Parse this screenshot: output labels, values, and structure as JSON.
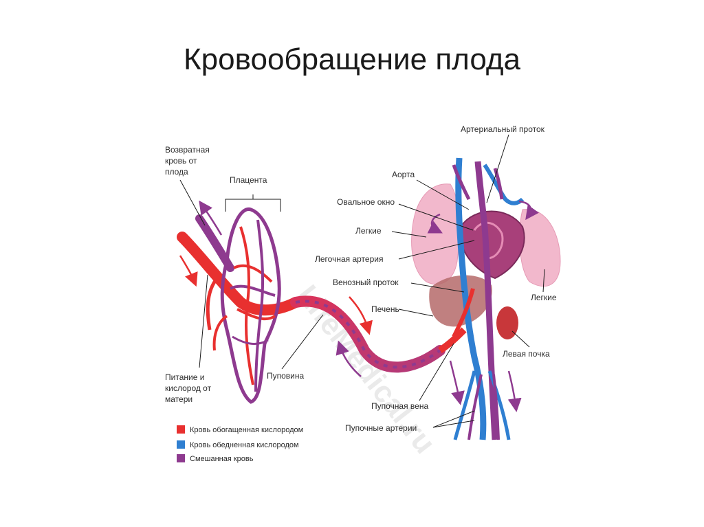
{
  "title": "Кровообращение плода",
  "watermark": "LifeMedical.ru",
  "labels": {
    "return_blood_1": "Возвратная",
    "return_blood_2": "кровь от",
    "return_blood_3": "плода",
    "placenta": "Плацента",
    "nutrition_1": "Питание и",
    "nutrition_2": "кислород от",
    "nutrition_3": "матери",
    "umbilical_cord": "Пуповина",
    "ductus_arteriosus": "Артериальный проток",
    "aorta": "Аорта",
    "foramen_ovale": "Овальное окно",
    "lungs_left": "Легкие",
    "pulmonary_artery": "Легочная артерия",
    "ductus_venosus": "Венозный проток",
    "liver": "Печень",
    "lungs_right": "Легкие",
    "left_kidney": "Левая почка",
    "umbilical_vein": "Пупочная вена",
    "umbilical_arteries": "Пупочные артерии"
  },
  "legend": [
    {
      "label": "Кровь обогащенная кислородом",
      "color": "#e8302f"
    },
    {
      "label": "Кровь обедненная кислородом",
      "color": "#2f7fd1"
    },
    {
      "label": "Смешанная кровь",
      "color": "#8e3a8f"
    }
  ],
  "colors": {
    "oxygenated": "#e8302f",
    "deoxygenated": "#2f7fd1",
    "mixed": "#8e3a8f",
    "lungs": "#f2b8cc",
    "liver": "#b56a6a",
    "kidney": "#c8373a",
    "heart": "#a8407a"
  }
}
